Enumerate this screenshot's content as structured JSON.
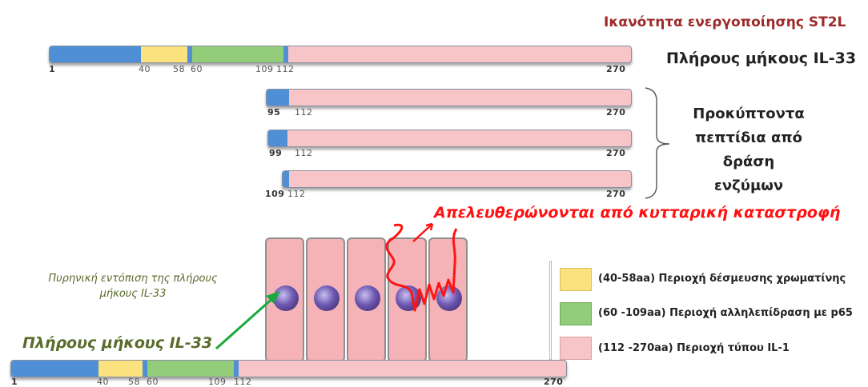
{
  "colors": {
    "blue": "#4e8fd6",
    "yellow": "#fbe27f",
    "green": "#93cd7a",
    "pink": "#f7c5c8",
    "title_red": "#9c2a2a",
    "release_red": "#ff1010",
    "olive": "#5a6b2a",
    "green_arrow": "#1aaa3c"
  },
  "title": "Ικανότητα ενεργοποίησης ST2L",
  "full_label": "Πλήρους μήκους IL-33",
  "peptides_label": [
    "Προκύπτοντα",
    "πεπτίδια από",
    "δράση ενζύμων"
  ],
  "release_label": "Απελευθερώνονται από κυτταρική καταστροφή",
  "nuclear_label": [
    "Πυρηνική εντόπιση της πλήρους",
    "μήκους IL-33"
  ],
  "full_length_label_bottom": "Πλήρους μήκους IL-33",
  "top_bar_ticks": {
    "t1": "1",
    "t40": "40",
    "t58": "58",
    "t60": "60",
    "t109": "109",
    "t112": "112",
    "t270": "270"
  },
  "peptide_bars": [
    {
      "start": "95",
      "mid": "112",
      "end": "270"
    },
    {
      "start": "99",
      "mid": "112",
      "end": "270"
    },
    {
      "start": "109",
      "mid": "112",
      "end": "270"
    }
  ],
  "bottom_bar_ticks": {
    "t1": "1",
    "t40": "40",
    "t58": "58",
    "t60": "60",
    "t109": "109",
    "t112": "112",
    "t270": "270"
  },
  "legend": [
    {
      "color": "#fbe27f",
      "text": "(40-58aa) Περιοχή δέσμευσης χρωματίνης"
    },
    {
      "color": "#93cd7a",
      "text": "(60 -109aa) Περιοχή αλληλεπίδραση  με p65"
    },
    {
      "color": "#f7c5c8",
      "text": "(112 -270aa) Περιοχή τύπου IL-1"
    }
  ],
  "cells": 5
}
